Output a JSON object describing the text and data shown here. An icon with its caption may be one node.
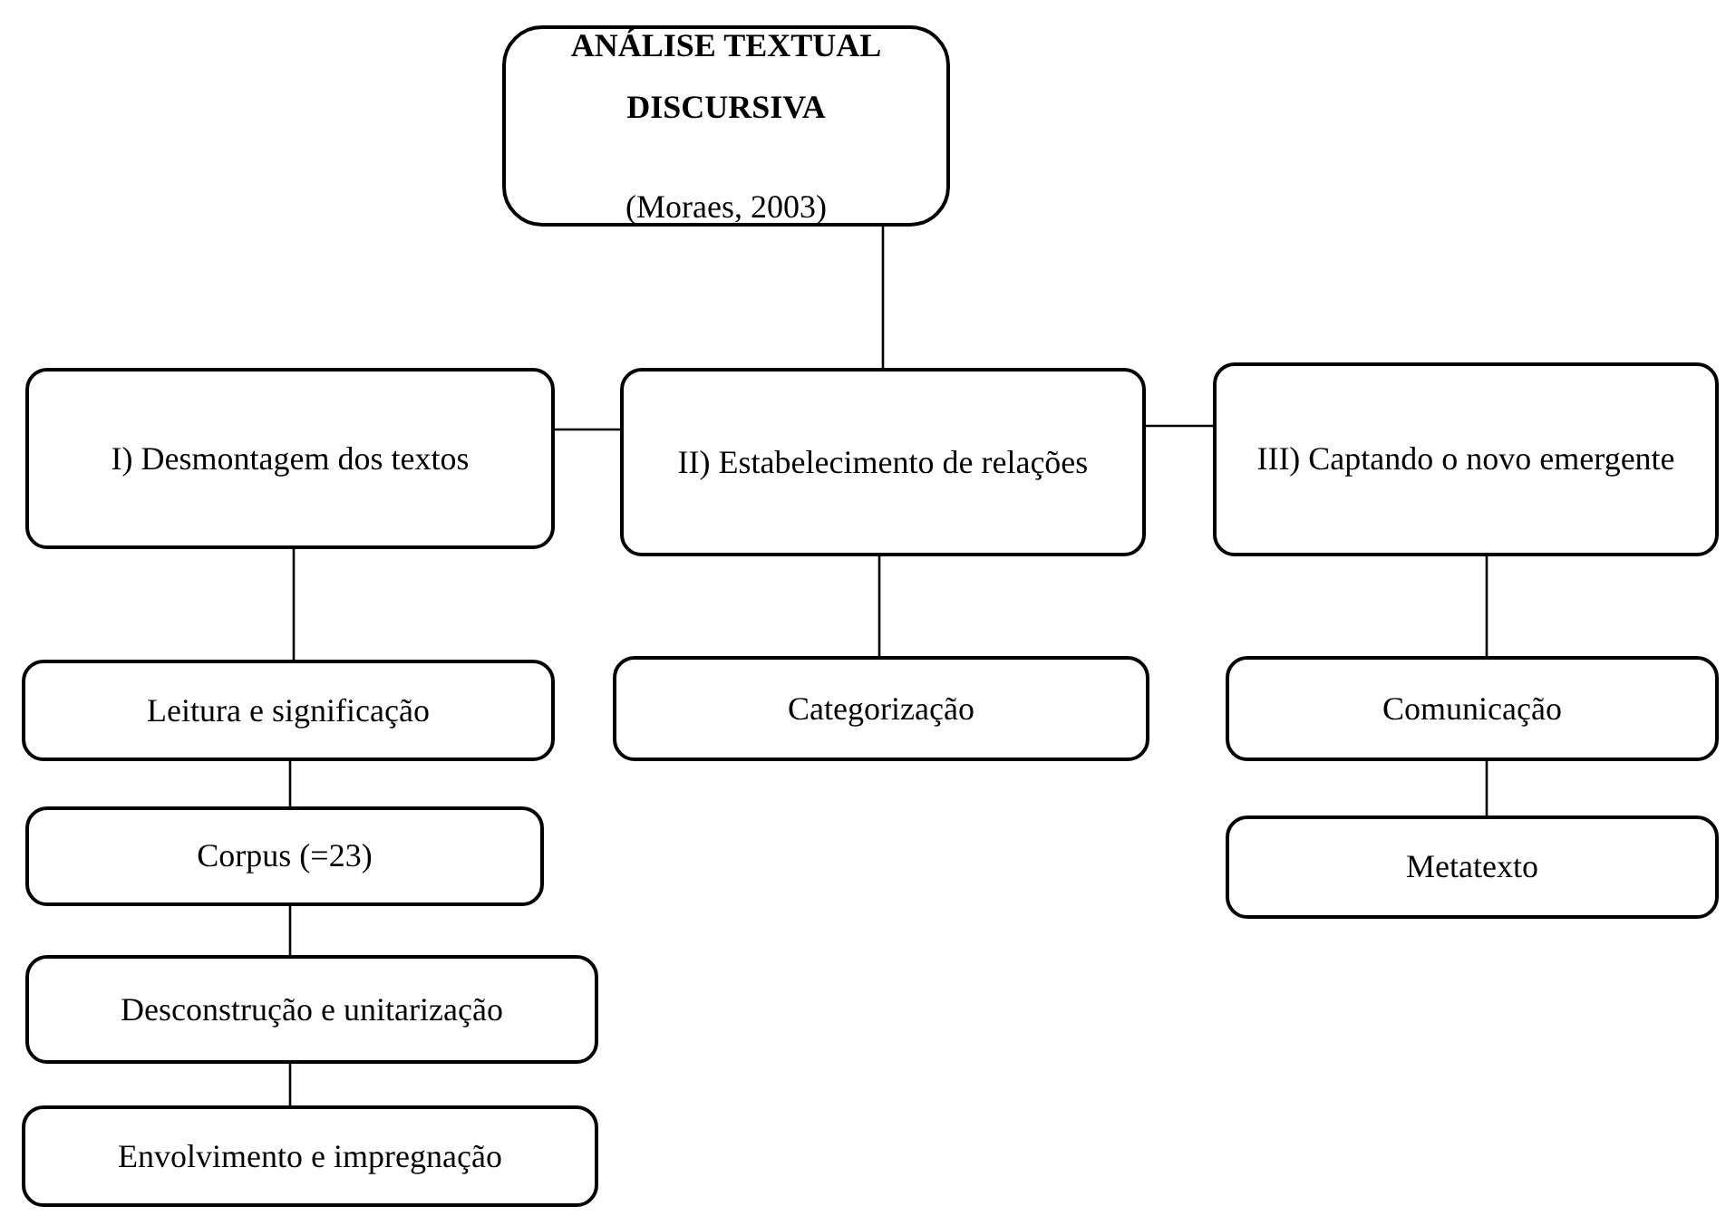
{
  "diagram": {
    "nodes": [
      {
        "text": [
          "ANÁLISE TEXTUAL DISCURSIVA",
          "(Moraes, 2003)"
        ]
      },
      {
        "text": [
          "I) Desmontagem dos textos"
        ]
      },
      {
        "text": [
          "II) Estabelecimento de relações"
        ]
      },
      {
        "text": [
          "III) Captando o novo emergente"
        ]
      },
      {
        "text": [
          "Leitura e significação"
        ]
      },
      {
        "text": [
          "Corpus (=23)"
        ]
      },
      {
        "text": [
          "Desconstrução e unitarização"
        ]
      },
      {
        "text": [
          "Envolvimento e impregnação"
        ]
      },
      {
        "text": [
          "Categorização"
        ]
      },
      {
        "text": [
          "Comunicação"
        ]
      },
      {
        "text": [
          "Metatexto"
        ]
      }
    ],
    "edges": [
      {
        "from": 0,
        "to": 2,
        "arrow": "none"
      },
      {
        "from": 1,
        "to": 2,
        "arrow": "none"
      },
      {
        "from": 2,
        "to": 3,
        "arrow": "none"
      },
      {
        "from": 1,
        "to": 4,
        "arrow": "none"
      },
      {
        "from": 4,
        "to": 5,
        "arrow": "none"
      },
      {
        "from": 5,
        "to": 6,
        "arrow": "none"
      },
      {
        "from": 6,
        "to": 7,
        "arrow": "none"
      },
      {
        "from": 2,
        "to": 8,
        "arrow": "none"
      },
      {
        "from": 3,
        "to": 9,
        "arrow": "none"
      },
      {
        "from": 9,
        "to": 10,
        "arrow": "none"
      }
    ]
  }
}
